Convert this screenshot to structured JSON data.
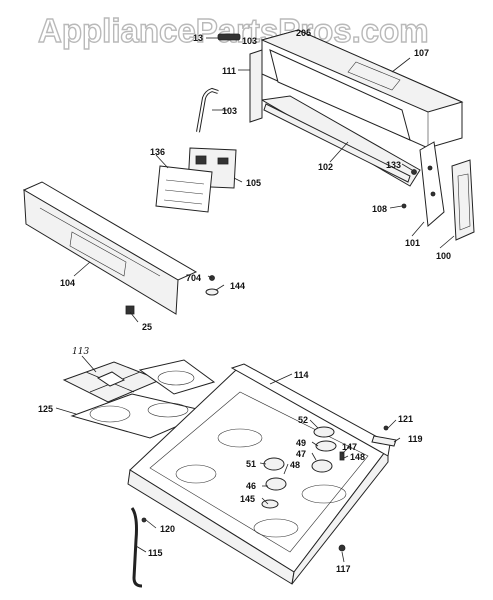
{
  "watermark": "AppliancePartsPros.com",
  "callouts": {
    "p13": "13",
    "p103a": "103",
    "p205": "205",
    "p107": "107",
    "p111": "111",
    "p103": "103",
    "p136": "136",
    "p105": "105",
    "p102": "102",
    "p133": "133",
    "p108": "108",
    "p101": "101",
    "p100": "100",
    "p104": "104",
    "p704": "704",
    "p144": "144",
    "p25": "25",
    "p113": "113",
    "p114": "114",
    "p125": "125",
    "p52": "52",
    "p121": "121",
    "p49": "49",
    "p47": "47",
    "p147": "147",
    "p148": "148",
    "p119": "119",
    "p51": "51",
    "p48": "48",
    "p46": "46",
    "p145": "145",
    "p120": "120",
    "p115": "115",
    "p117": "117"
  }
}
